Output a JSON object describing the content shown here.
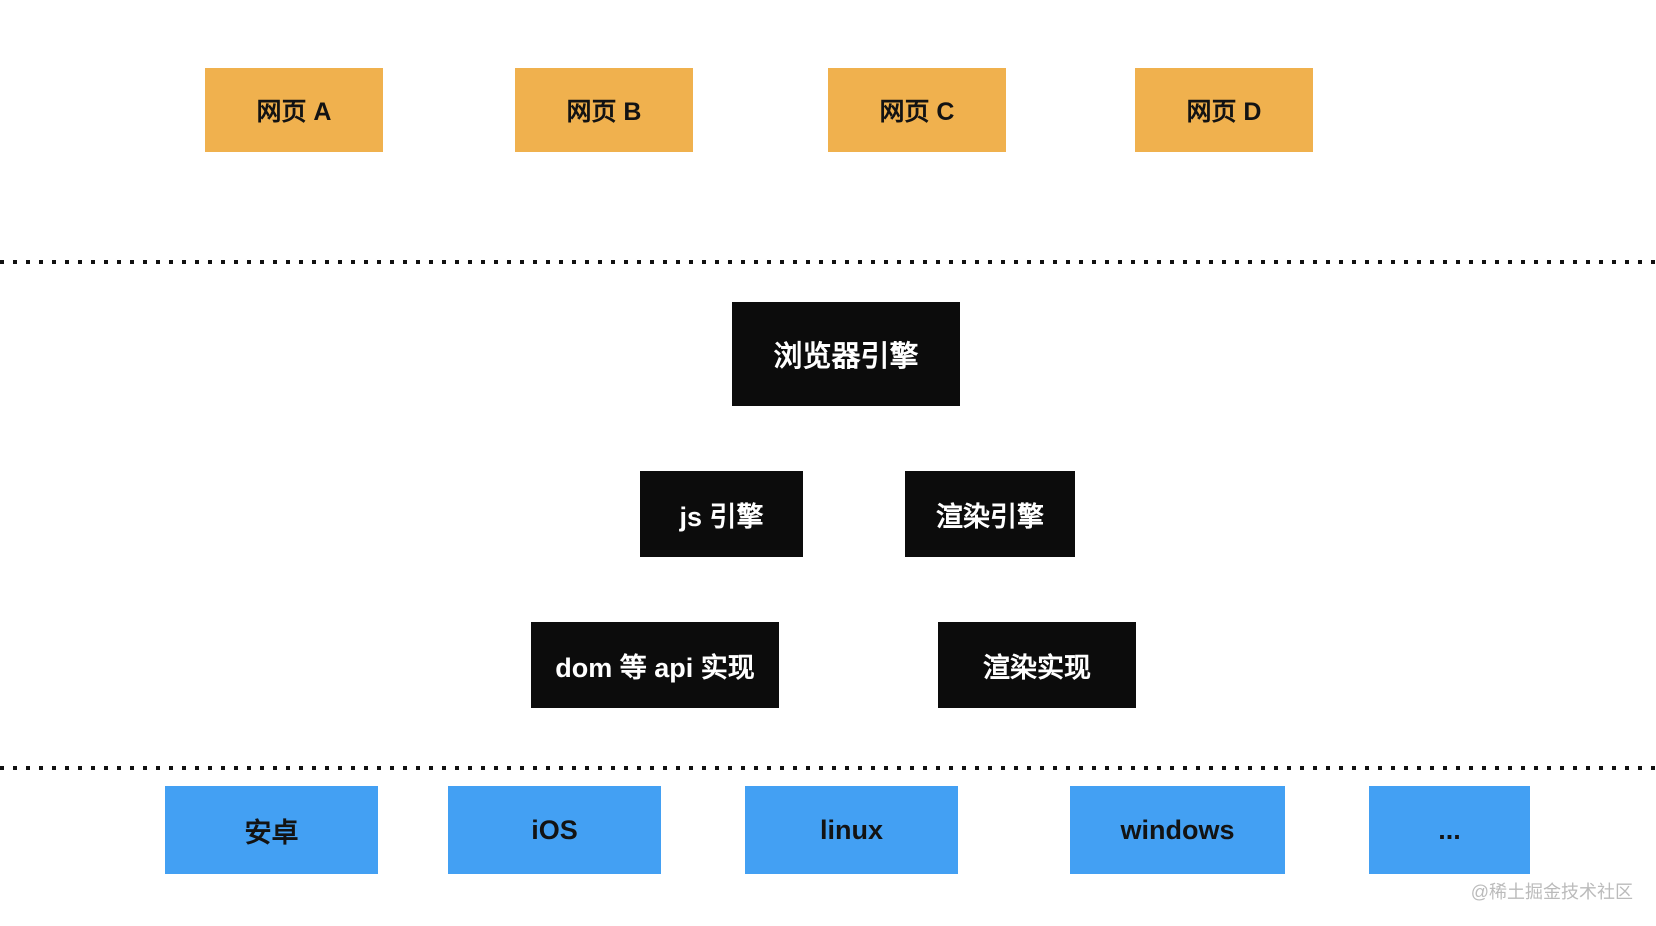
{
  "diagram": {
    "title_hint": "browser architecture diagram",
    "watermark": "@稀土掘金技术社区"
  },
  "colors": {
    "webpage_box": "#F0B14E",
    "engine_box": "#0C0C0C",
    "engine_text": "#FFFFFF",
    "platform_box": "#43A0F3",
    "box_text": "#131313",
    "divider": "#111111",
    "watermark": "#BBBBBB",
    "background": "#FFFFFF"
  },
  "webpages": [
    {
      "label": "网页 A"
    },
    {
      "label": "网页 B"
    },
    {
      "label": "网页 C"
    },
    {
      "label": "网页 D"
    }
  ],
  "browser_engine": {
    "label": "浏览器引擎"
  },
  "engines": [
    {
      "label": "js 引擎"
    },
    {
      "label": "渲染引擎"
    }
  ],
  "implementations": [
    {
      "label": "dom 等 api 实现"
    },
    {
      "label": "渲染实现"
    }
  ],
  "platforms": [
    {
      "label": "安卓"
    },
    {
      "label": "iOS"
    },
    {
      "label": "linux"
    },
    {
      "label": "windows"
    },
    {
      "label": "..."
    }
  ]
}
